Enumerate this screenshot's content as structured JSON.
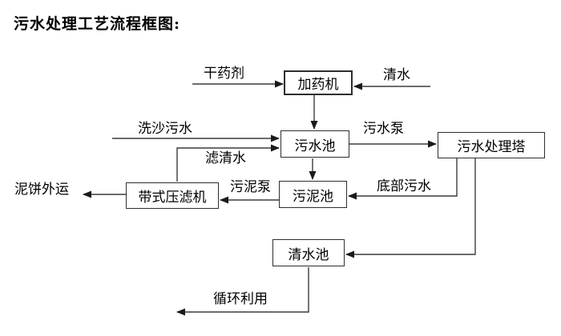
{
  "title": "污水处理工艺流程框图:",
  "colors": {
    "background": "#ffffff",
    "line": "#3c3c3c",
    "box_border": "#2e2e2e",
    "text": "#000000"
  },
  "diagram": {
    "type": "flowchart",
    "nodes": {
      "dosing_machine": "加药机",
      "sewage_pool": "污水池",
      "treatment_tower": "污水处理塔",
      "sludge_pool": "污泥池",
      "belt_filter_press": "带式压滤机",
      "clean_water_pool": "清水池"
    },
    "edge_labels": {
      "dry_chemical": "干药剂",
      "clean_water": "清水",
      "sand_washing_sewage": "洗沙污水",
      "sewage_pump": "污水泵",
      "filtered_water": "滤清水",
      "mud_cake_out": "泥饼外运",
      "sludge_pump": "污泥泵",
      "bottom_sewage": "底部污水",
      "recycle_use": "循环利用"
    },
    "flows": [
      {
        "from": "干药剂(外部)",
        "to": "加药机"
      },
      {
        "from": "清水(外部)",
        "to": "加药机"
      },
      {
        "from": "加药机",
        "to": "污水池"
      },
      {
        "from": "洗沙污水(外部)",
        "to": "污水池"
      },
      {
        "from": "带式压滤机",
        "to": "污水池",
        "label": "滤清水"
      },
      {
        "from": "污水池",
        "to": "污水处理塔",
        "label": "污水泵"
      },
      {
        "from": "污水池",
        "to": "污泥池"
      },
      {
        "from": "污水处理塔",
        "to": "污泥池",
        "label": "底部污水"
      },
      {
        "from": "污泥池",
        "to": "带式压滤机",
        "label": "污泥泵"
      },
      {
        "from": "带式压滤机",
        "to": "泥饼外运"
      },
      {
        "from": "污水处理塔",
        "to": "清水池"
      },
      {
        "from": "清水池",
        "to": "循环利用"
      }
    ]
  }
}
